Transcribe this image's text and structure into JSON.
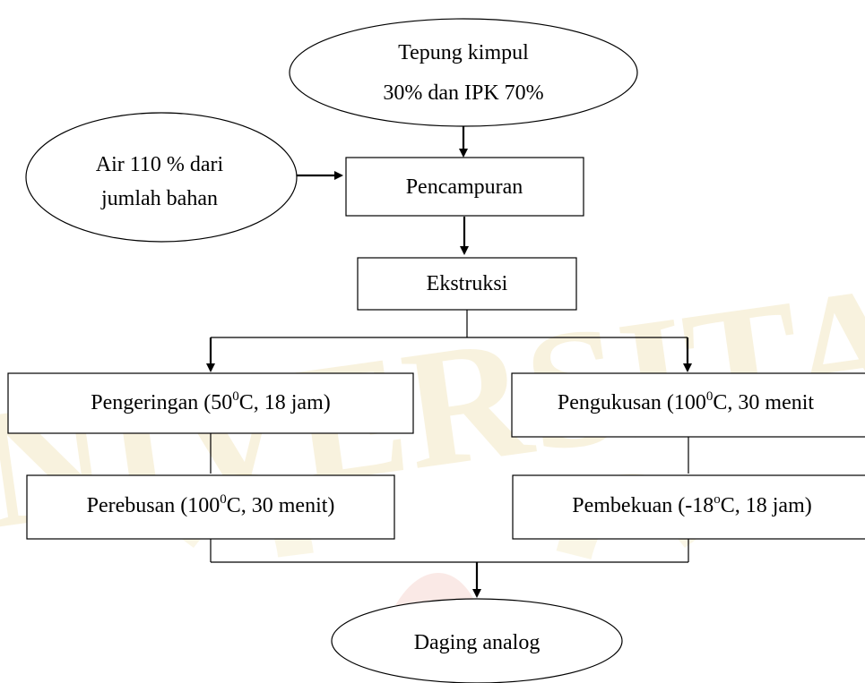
{
  "diagram": {
    "title": "",
    "watermark": {
      "text": "UNIVERSITAS",
      "color": "#f1e4b8"
    },
    "nodes": {
      "input_flour": {
        "lines": [
          "Tepung kimpul",
          "30% dan IPK 70%"
        ]
      },
      "input_water": {
        "lines": [
          "Air 110 % dari",
          "jumlah bahan"
        ]
      },
      "mixing": {
        "label": "Pencampuran"
      },
      "extrusion": {
        "label": "Ekstruksi"
      },
      "drying": {
        "label_pre": "Pengeringan (50",
        "sup": "0",
        "label_post": "C, 18 jam)"
      },
      "steaming": {
        "label_pre": "Pengukusan (100",
        "sup": "0",
        "label_post": "C, 30 menit"
      },
      "boiling": {
        "label_pre": "Perebusan (100",
        "sup": "0",
        "label_post": "C, 30 menit)"
      },
      "freezing": {
        "label_pre": "Pembekuan (-18",
        "sup": "o",
        "label_post": "C, 18 jam)"
      },
      "output": {
        "label": "Daging analog"
      }
    }
  }
}
